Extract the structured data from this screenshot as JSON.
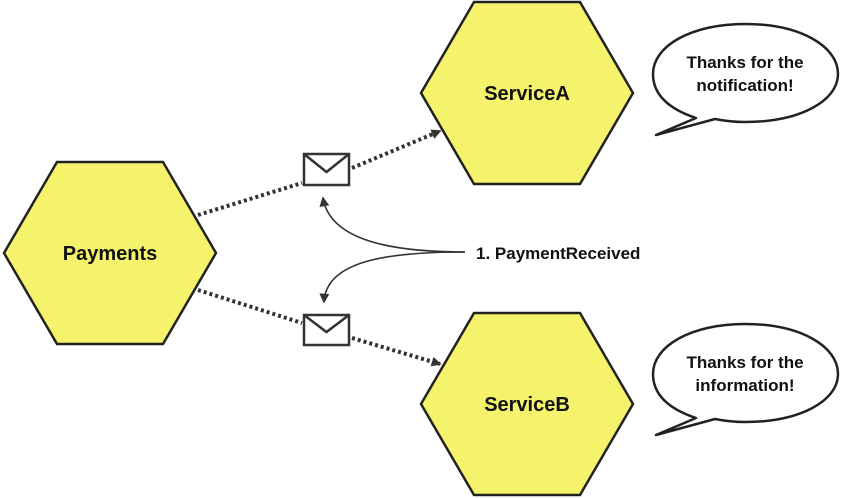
{
  "colors": {
    "hexagon_fill": "#f5f26b",
    "stroke": "#222222",
    "background": "#ffffff"
  },
  "nodes": {
    "payments": {
      "label": "Payments"
    },
    "service_a": {
      "label": "ServiceA"
    },
    "service_b": {
      "label": "ServiceB"
    }
  },
  "event": {
    "label": "1. PaymentReceived"
  },
  "bubbles": {
    "a": {
      "line1": "Thanks for the",
      "line2": "notification!"
    },
    "b": {
      "line1": "Thanks for the",
      "line2": "information!"
    }
  },
  "icons": {
    "message_top": "envelope-icon",
    "message_bottom": "envelope-icon"
  }
}
